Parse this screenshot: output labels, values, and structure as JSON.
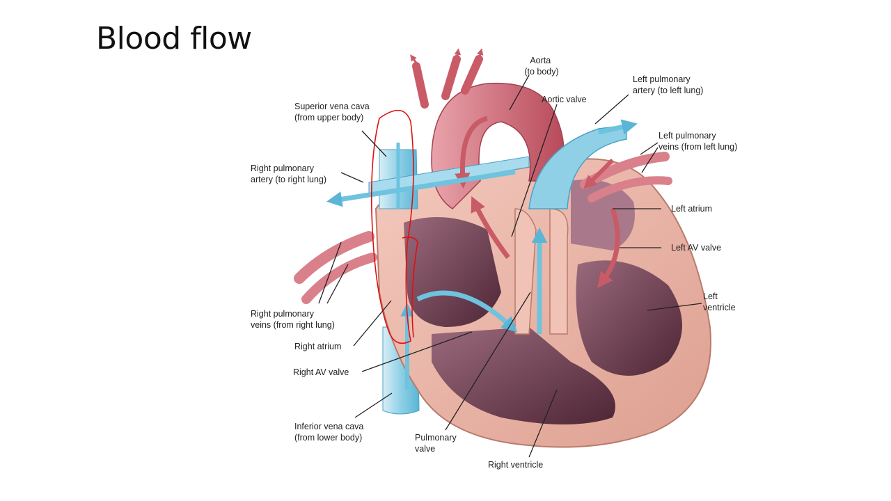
{
  "slide": {
    "title": "Blood flow"
  },
  "diagram": {
    "labels": {
      "aorta": [
        "Aorta",
        "(to body)"
      ],
      "aortic_valve": [
        "Aortic valve"
      ],
      "left_pulmonary_artery": [
        "Left pulmonary",
        "artery (to left lung)"
      ],
      "superior_vena_cava": [
        "Superior vena cava",
        "(from upper body)"
      ],
      "left_pulmonary_veins": [
        "Left pulmonary",
        "veins (from left lung)"
      ],
      "right_pulmonary_artery": [
        "Right pulmonary",
        "artery (to right lung)"
      ],
      "left_atrium": [
        "Left atrium"
      ],
      "left_av_valve": [
        "Left AV valve"
      ],
      "left_ventricle": [
        "Left",
        "ventricle"
      ],
      "right_pulmonary_veins": [
        "Right pulmonary",
        "veins (from right lung)"
      ],
      "right_atrium": [
        "Right atrium"
      ],
      "right_av_valve": [
        "Right AV valve"
      ],
      "inferior_vena_cava": [
        "Inferior vena cava",
        "(from lower body)"
      ],
      "pulmonary_valve": [
        "Pulmonary",
        "valve"
      ],
      "right_ventricle": [
        "Right ventricle"
      ]
    },
    "colors": {
      "oxygenated": "#c95b67",
      "deoxygenated": "#6ec3de",
      "muscle": "#eab4a6",
      "chamber": "#6a3a4b",
      "annotation": "#e01010"
    }
  }
}
